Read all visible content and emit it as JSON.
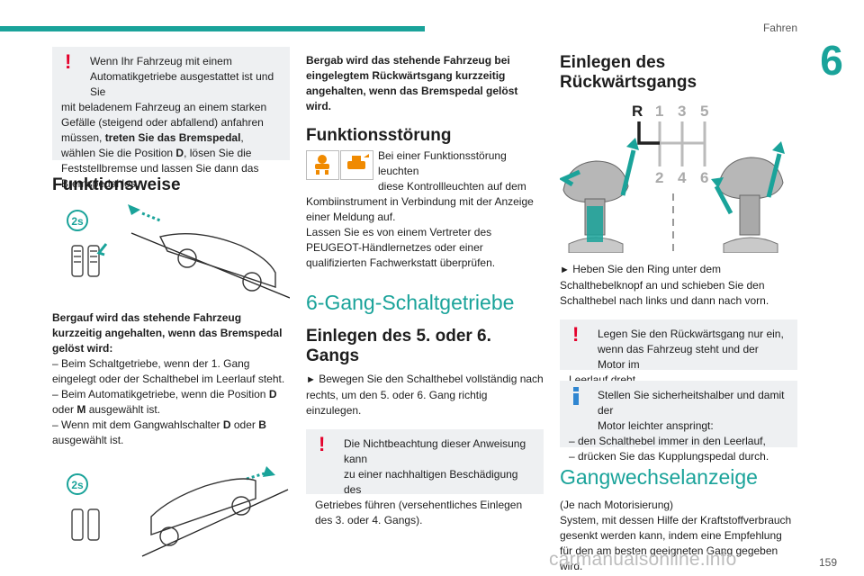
{
  "header": {
    "section_title": "Fahren",
    "chapter_number": "6",
    "page_number": "159"
  },
  "watermark": "carmanualsonline.info",
  "col1": {
    "warning_box": {
      "first_line": "Wenn Ihr Fahrzeug mit einem",
      "second_line": "Automatikgetriebe ausgestattet ist und Sie",
      "rest_a": "mit beladenem Fahrzeug an einem starken Gefälle (steigend oder abfallend) anfahren müssen, ",
      "rest_bold": "treten Sie das Bremspedal",
      "rest_b": ", wählen Sie die Position ",
      "rest_bold2": "D",
      "rest_c": ", lösen Sie die Feststellbremse und lassen Sie dann das Bremspedal los."
    },
    "heading": "Funktionsweise",
    "icon_label": "2s",
    "uphill_bold": "Bergauf wird das stehende Fahrzeug kurzzeitig angehalten, wenn das Bremspedal gelöst wird:",
    "line1": "–  Beim Schaltgetriebe, wenn der 1. Gang eingelegt oder der Schalthebel im Leerlauf steht.",
    "line2_a": "–  Beim Automatikgetriebe, wenn die Position ",
    "line2_b1": "D",
    "line2_c": " oder ",
    "line2_b2": "M",
    "line2_d": " ausgewählt ist.",
    "line3_a": "–  Wenn mit dem Gangwahlschalter ",
    "line3_b1": "D",
    "line3_c": " oder  ",
    "line3_b2": "B",
    "line3_d": " ausgewählt ist."
  },
  "col2": {
    "downhill_bold": "Bergab wird das stehende Fahrzeug bei eingelegtem Rückwärtsgang kurzzeitig angehalten, wenn das Bremspedal gelöst wird.",
    "fault_heading": "Funktionsstörung",
    "fault_first": "Bei einer Funktionsstörung leuchten",
    "fault_second": "diese Kontrollleuchten auf dem",
    "fault_rest": "Kombiinstrument in Verbindung mit der Anzeige einer Meldung auf.",
    "fault_contact": "Lassen Sie es von einem Vertreter des PEUGEOT-Händlernetzes oder einer qualifizierten Fachwerkstatt überprüfen.",
    "gearbox_heading": "6-Gang-Schaltgetriebe",
    "gear56_heading": "Einlegen des 5. oder 6. Gangs",
    "gear56_arrow": "►",
    "gear56_text": " Bewegen Sie den Schalthebel vollständig nach rechts, um den 5. oder 6. Gang richtig einzulegen.",
    "warn_first": "Die Nichtbeachtung dieser Anweisung kann",
    "warn_second": "zu einer nachhaltigen Beschädigung des",
    "warn_rest": "Getriebes führen (versehentliches Einlegen des 3. oder 4. Gangs)."
  },
  "col3": {
    "reverse_heading": "Einlegen des Rückwärtsgangs",
    "gear_labels": {
      "r": "R",
      "g1": "1",
      "g3": "3",
      "g5": "5",
      "g2": "2",
      "g4": "4",
      "g6": "6"
    },
    "reverse_arrow": "►",
    "reverse_text": " Heben Sie den Ring unter dem Schalthebelknopf an und schieben Sie den Schalthebel nach links und dann nach vorn.",
    "warn_first": "Legen Sie den Rückwärtsgang nur ein,",
    "warn_second": "wenn das Fahrzeug steht und der Motor im",
    "warn_rest": "Leerlauf dreht.",
    "info_first": "Stellen Sie sicherheitshalber und damit der",
    "info_second": "Motor leichter anspringt:",
    "info_line1": "–  den Schalthebel immer in den Leerlauf,",
    "info_line2": "–  drücken Sie das Kupplungspedal durch.",
    "indicator_heading": "Gangwechselanzeige",
    "indicator_sub": "(Je nach Motorisierung)",
    "indicator_text": "System, mit dessen Hilfe der Kraftstoffverbrauch gesenkt werden kann, indem eine Empfehlung für den am besten geeigneten Gang gegeben wird."
  },
  "colors": {
    "accent": "#1aa39a",
    "warning": "#e4002b",
    "info": "#2f86d1",
    "box_bg": "#eef0f2",
    "warning_lamp": "#f08a00"
  }
}
